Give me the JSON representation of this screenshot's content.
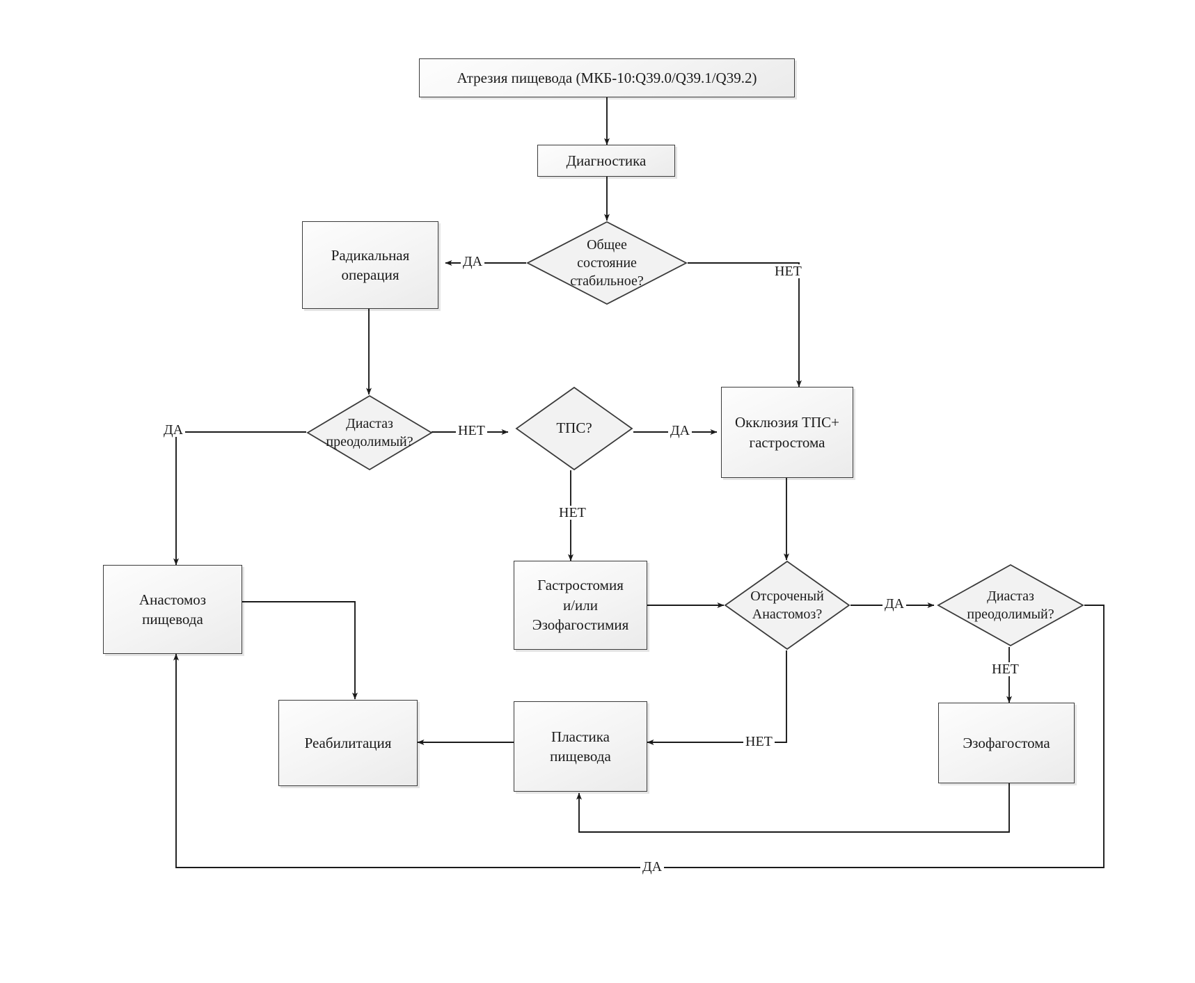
{
  "diagram": {
    "type": "flowchart",
    "title_text": "Атрезия пищевода (МКБ-10:Q39.0/Q39.1/Q39.2)",
    "language": "ru",
    "colors": {
      "node_border": "#3a3a3a",
      "node_fill": "#f4f4f4",
      "line": "#1a1a1a",
      "text": "#1a1a1a",
      "background": "#ffffff"
    },
    "nodes": {
      "atresia": {
        "label": "Атрезия пищевода (МКБ-10:Q39.0/Q39.1/Q39.2)",
        "shape": "process"
      },
      "diagnostics": {
        "label": "Диагностика",
        "shape": "process"
      },
      "stable_state": {
        "label_line1": "Общее",
        "label_line2": "состояние",
        "label_line3": "стабильное?",
        "shape": "decision"
      },
      "radical_op": {
        "label_line1": "Радикальная",
        "label_line2": "операция",
        "shape": "process"
      },
      "diastasis1": {
        "label_line1": "Диастаз",
        "label_line2": "преодолимый?",
        "shape": "decision"
      },
      "tps": {
        "label": "ТПС?",
        "shape": "decision"
      },
      "occlusion": {
        "label_line1": "Окклюзия ТПС+",
        "label_line2": "гастростома",
        "shape": "process"
      },
      "gastrostomy": {
        "label_line1": "Гастростомия",
        "label_line2": "и/или",
        "label_line3": "Эзофагостимия",
        "shape": "process"
      },
      "anastomosis_esoph": {
        "label_line1": "Анастомоз",
        "label_line2": "пищевода",
        "shape": "process"
      },
      "delayed_anast": {
        "label_line1": "Отсроченый",
        "label_line2": "Анастомоз?",
        "shape": "decision"
      },
      "diastasis2": {
        "label_line1": "Диастаз",
        "label_line2": "преодолимый?",
        "shape": "decision"
      },
      "esophagostoma": {
        "label": "Эзофагостома",
        "shape": "process"
      },
      "plastic_esoph": {
        "label_line1": "Пластика",
        "label_line2": "пищевода",
        "shape": "process"
      },
      "rehabilitation": {
        "label": "Реабилитация",
        "shape": "process"
      }
    },
    "edge_labels": {
      "yes": "ДА",
      "no": "НЕТ",
      "stable_yes": "ДА",
      "stable_no": "НЕТ",
      "diastasis1_yes": "ДА",
      "diastasis1_no": "НЕТ",
      "tps_yes": "ДА",
      "tps_no": "НЕТ",
      "delayed_yes": "ДА",
      "delayed_no": "НЕТ",
      "diastasis2_no": "НЕТ",
      "loop_yes": "ДА"
    },
    "edges": [
      {
        "from": "atresia",
        "to": "diagnostics",
        "label": ""
      },
      {
        "from": "diagnostics",
        "to": "stable_state",
        "label": ""
      },
      {
        "from": "stable_state",
        "to": "radical_op",
        "label": "ДА"
      },
      {
        "from": "stable_state",
        "to": "occlusion",
        "label": "НЕТ"
      },
      {
        "from": "radical_op",
        "to": "diastasis1",
        "label": ""
      },
      {
        "from": "diastasis1",
        "to": "anastomosis_esoph",
        "label": "ДА"
      },
      {
        "from": "diastasis1",
        "to": "tps",
        "label": "НЕТ"
      },
      {
        "from": "tps",
        "to": "occlusion",
        "label": "ДА"
      },
      {
        "from": "tps",
        "to": "gastrostomy",
        "label": "НЕТ"
      },
      {
        "from": "occlusion",
        "to": "delayed_anast",
        "label": ""
      },
      {
        "from": "gastrostomy",
        "to": "delayed_anast",
        "label": ""
      },
      {
        "from": "delayed_anast",
        "to": "diastasis2",
        "label": "ДА"
      },
      {
        "from": "delayed_anast",
        "to": "plastic_esoph",
        "label": "НЕТ"
      },
      {
        "from": "diastasis2",
        "to": "esophagostoma",
        "label": "НЕТ"
      },
      {
        "from": "diastasis2",
        "to": "anastomosis_esoph",
        "label": "ДА"
      },
      {
        "from": "esophagostoma",
        "to": "plastic_esoph",
        "label": ""
      },
      {
        "from": "plastic_esoph",
        "to": "rehabilitation",
        "label": ""
      },
      {
        "from": "anastomosis_esoph",
        "to": "rehabilitation",
        "label": ""
      }
    ]
  }
}
